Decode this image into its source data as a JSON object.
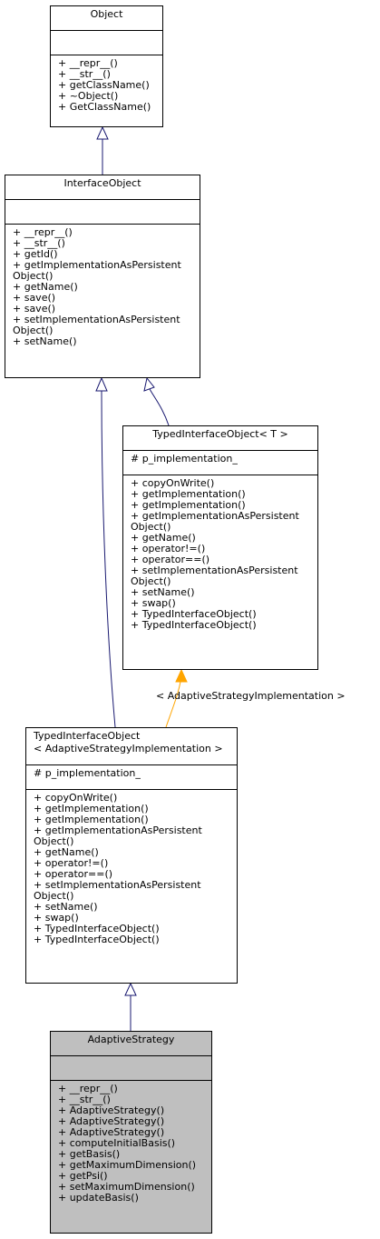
{
  "classes": {
    "object": {
      "name": "Object",
      "attributes": [],
      "operations": [
        "+ __repr__()",
        "+ __str__()",
        "+ getClassName()",
        "+ ~Object()",
        "+ GetClassName()"
      ]
    },
    "interface_object": {
      "name": "InterfaceObject",
      "attributes": [],
      "operations": [
        "+ __repr__()",
        "+ __str__()",
        "+ getId()",
        "+ getImplementationAsPersistent",
        "Object()",
        "+ getName()",
        "+ save()",
        "+ save()",
        "+ setImplementationAsPersistent",
        "Object()",
        "+ setName()"
      ]
    },
    "typed_interface_object_t": {
      "name": "TypedInterfaceObject< T >",
      "attributes": [
        "# p_implementation_"
      ],
      "operations": [
        "+ copyOnWrite()",
        "+ getImplementation()",
        "+ getImplementation()",
        "+ getImplementationAsPersistent",
        "Object()",
        "+ getName()",
        "+ operator!=()",
        "+ operator==()",
        "+ setImplementationAsPersistent",
        "Object()",
        "+ setName()",
        "+ swap()",
        "+ TypedInterfaceObject()",
        "+ TypedInterfaceObject()"
      ]
    },
    "typed_interface_object_asi": {
      "name_lines": [
        "TypedInterfaceObject",
        "< AdaptiveStrategyImplementation >"
      ],
      "attributes": [
        "# p_implementation_"
      ],
      "operations": [
        "+ copyOnWrite()",
        "+ getImplementation()",
        "+ getImplementation()",
        "+ getImplementationAsPersistent",
        "Object()",
        "+ getName()",
        "+ operator!=()",
        "+ operator==()",
        "+ setImplementationAsPersistent",
        "Object()",
        "+ setName()",
        "+ swap()",
        "+ TypedInterfaceObject()",
        "+ TypedInterfaceObject()"
      ]
    },
    "adaptive_strategy": {
      "name": "AdaptiveStrategy",
      "attributes": [],
      "operations": [
        "+ __repr__()",
        "+ __str__()",
        "+ AdaptiveStrategy()",
        "+ AdaptiveStrategy()",
        "+ AdaptiveStrategy()",
        "+ computeInitialBasis()",
        "+ getBasis()",
        "+ getMaximumDimension()",
        "+ getPsi()",
        "+ setMaximumDimension()",
        "+ updateBasis()"
      ]
    }
  },
  "edge_label": "< AdaptiveStrategyImplementation >",
  "colors": {
    "inheritance": "#191970",
    "template": "#ffa500",
    "highlight": "#bfbfbf"
  }
}
